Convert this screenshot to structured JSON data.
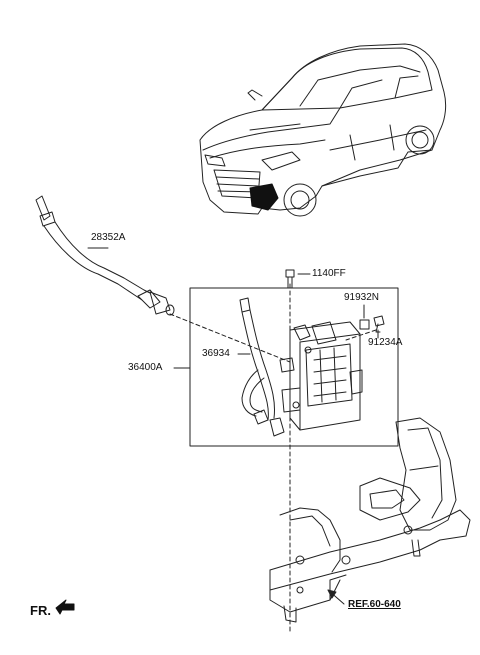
{
  "parts": {
    "hose_upper": "28352A",
    "bolt": "1140FF",
    "nut": "91932N",
    "bracket_bolt": "91234A",
    "hose_inner": "36934",
    "inverter_assembly": "36400A"
  },
  "reference": "REF.60-640",
  "direction_label": "FR."
}
